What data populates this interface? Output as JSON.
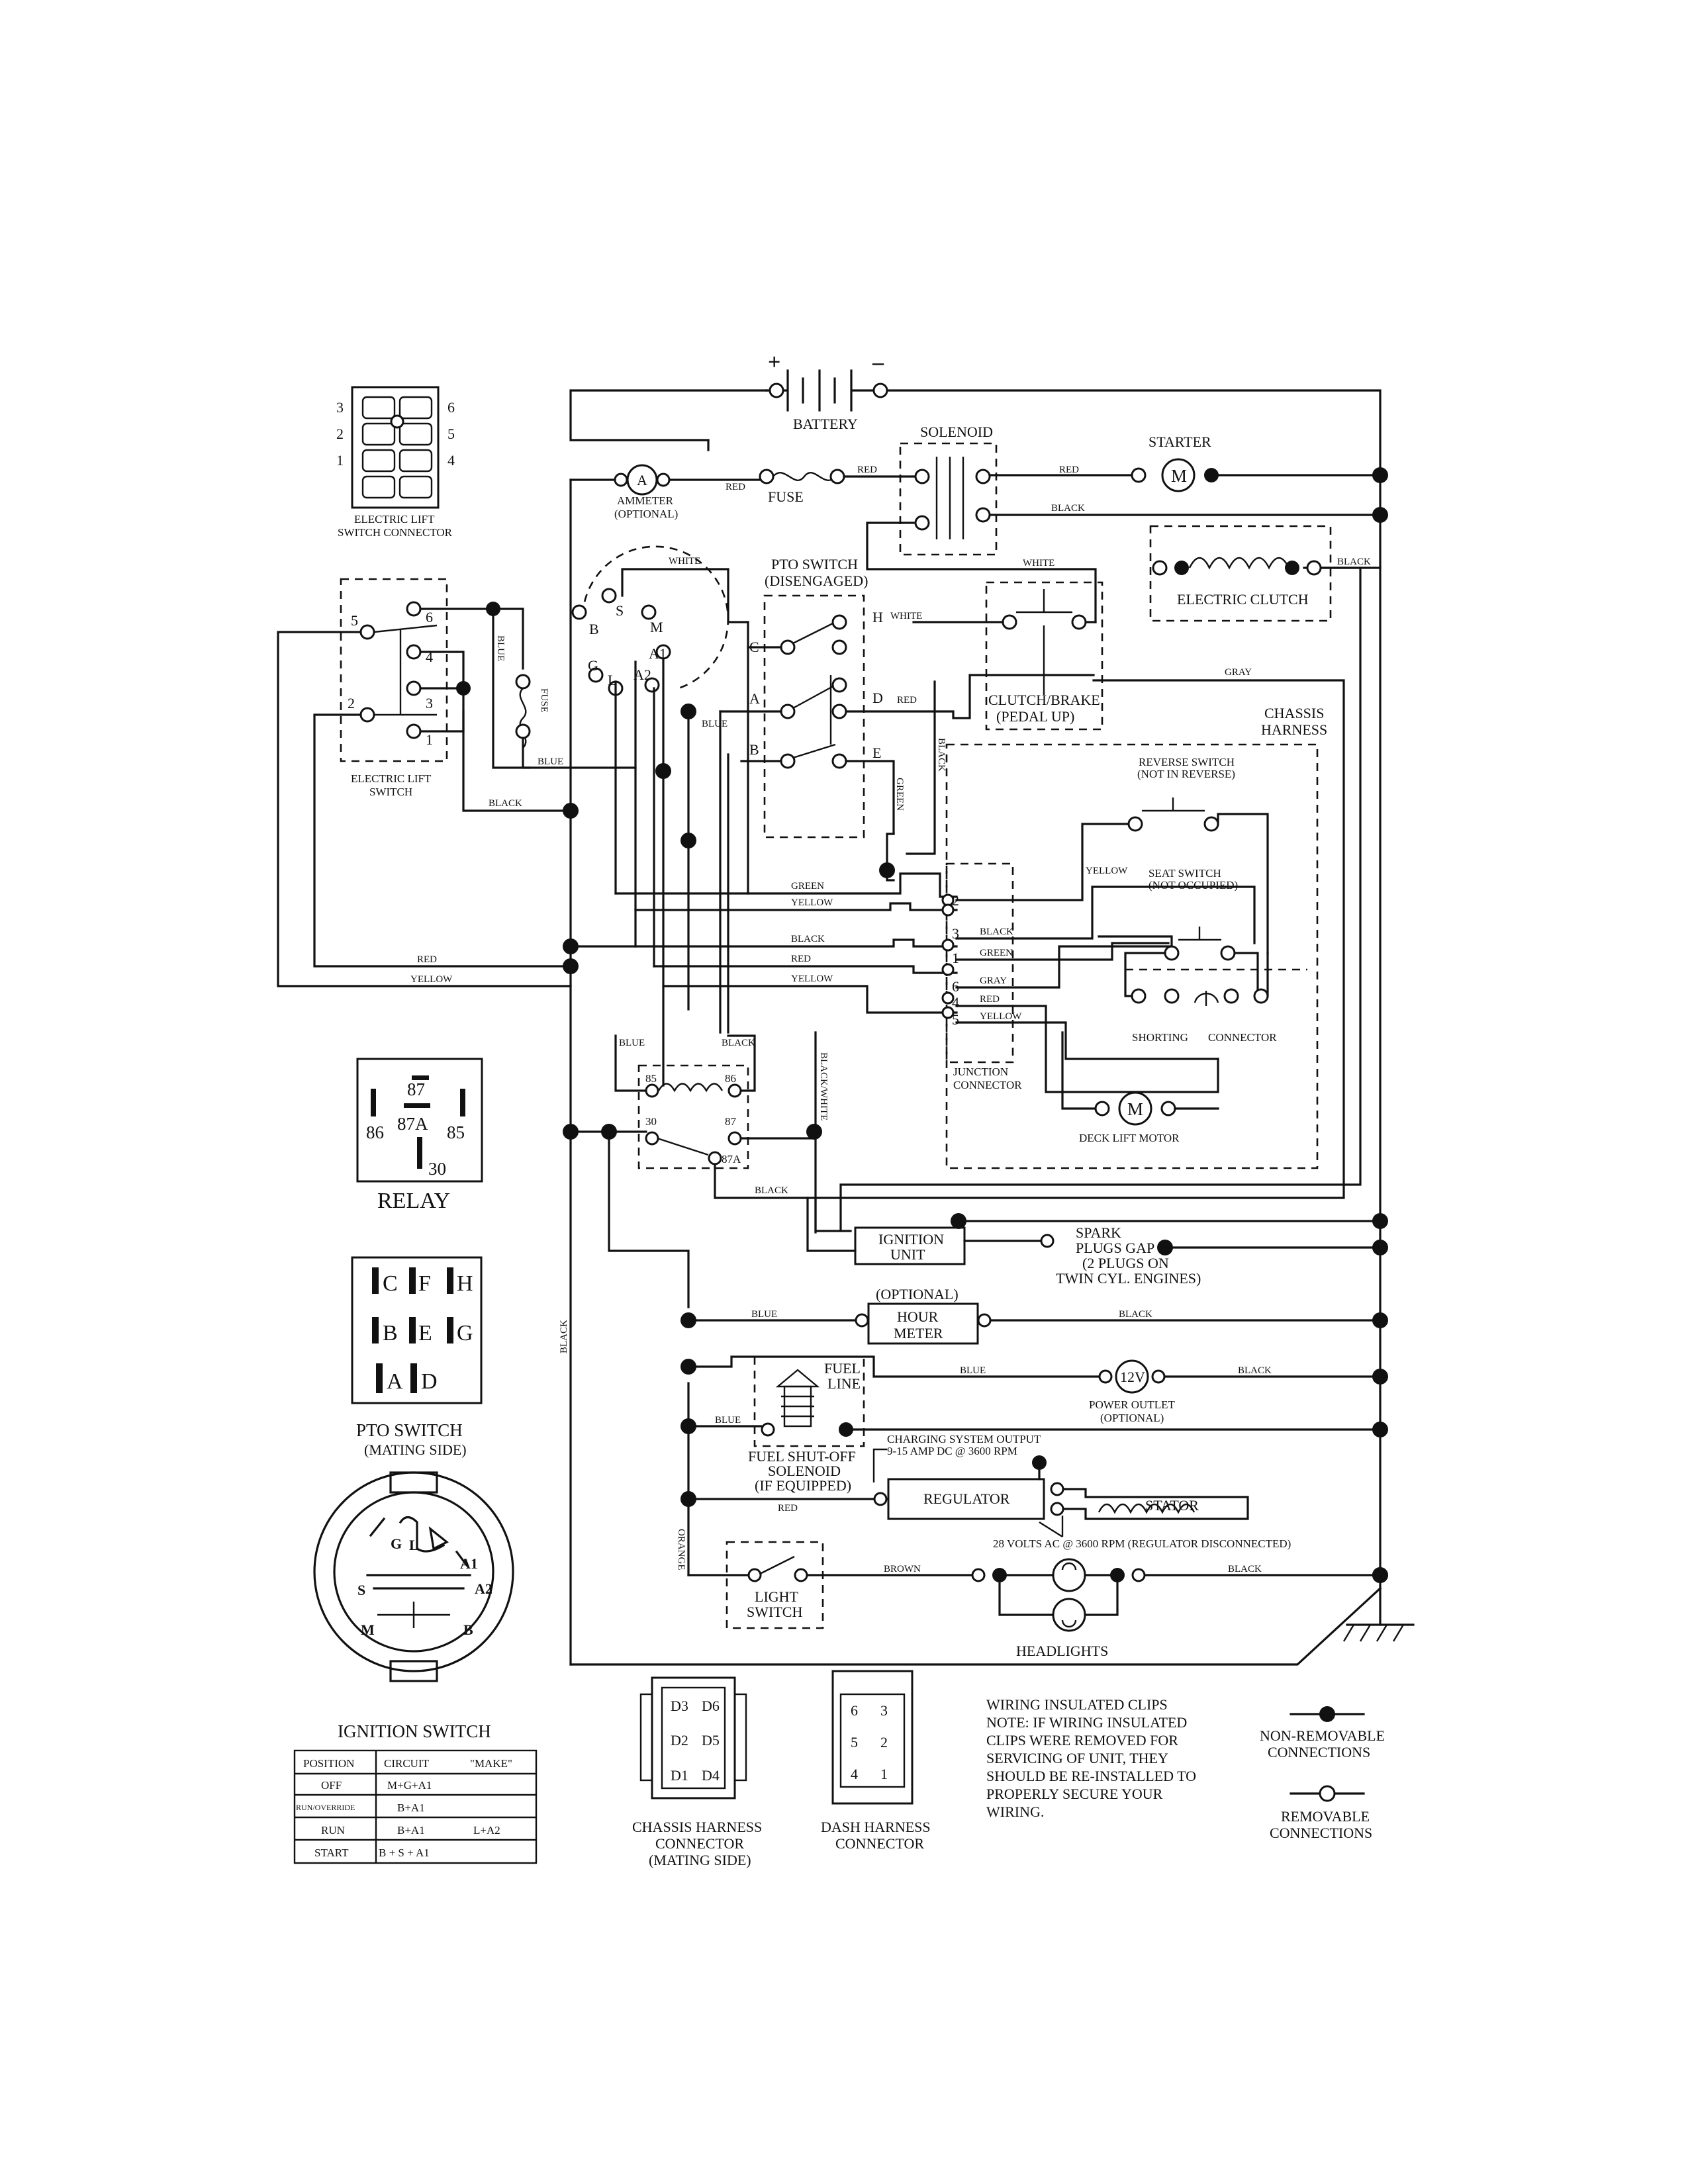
{
  "components": {
    "battery": "BATTERY",
    "battery_plus": "+",
    "battery_minus": "–",
    "solenoid": "SOLENOID",
    "starter": "STARTER",
    "starter_m": "M",
    "ammeter_a": "A",
    "ammeter": "AMMETER",
    "ammeter_optional": "(OPTIONAL)",
    "fuse": "FUSE",
    "fuse_vertical": "FUSE",
    "pto_switch": "PTO SWITCH",
    "pto_disengaged": "(DISENGAGED)",
    "electric_clutch": "ELECTRIC CLUTCH",
    "clutch_brake": "CLUTCH/BRAKE",
    "pedal_up": "(PEDAL UP)",
    "chassis_harness": "CHASSIS",
    "chassis_harness_2": "HARNESS",
    "reverse_switch": "REVERSE SWITCH",
    "not_in_reverse": "(NOT IN REVERSE)",
    "seat_switch": "SEAT SWITCH",
    "not_occupied": "(NOT OCCUPIED)",
    "shorting": "SHORTING",
    "connector": "CONNECTOR",
    "junction": "JUNCTION",
    "junction_connector": "CONNECTOR",
    "deck_lift_motor": "DECK LIFT MOTOR",
    "deck_m": "M",
    "electric_lift_switch": "ELECTRIC LIFT",
    "electric_lift_switch_2": "SWITCH",
    "elec_lift_connector": "ELECTRIC LIFT",
    "elec_lift_connector_2": "SWITCH CONNECTOR",
    "ignition_unit": "IGNITION",
    "ignition_unit_2": "UNIT",
    "spark_plugs": "SPARK",
    "spark_plugs_2": "PLUGS GAP",
    "spark_plugs_3": "(2 PLUGS ON",
    "spark_plugs_4": "TWIN CYL. ENGINES)",
    "hour_meter_opt": "(OPTIONAL)",
    "hour_meter": "HOUR",
    "hour_meter_2": "METER",
    "power_12v": "12V",
    "power_outlet": "POWER OUTLET",
    "power_outlet_opt": "(OPTIONAL)",
    "fuel_line": "FUEL",
    "fuel_line_2": "LINE",
    "fuel_shutoff": "FUEL SHUT-OFF",
    "fuel_shutoff_2": "SOLENOID",
    "fuel_shutoff_3": "(IF EQUIPPED)",
    "charging_output": "CHARGING SYSTEM OUTPUT",
    "charging_output_2": "9-15 AMP DC @ 3600 RPM",
    "regulator": "REGULATOR",
    "stator": "STATOR",
    "volts_ac": "28 VOLTS AC @ 3600 RPM (REGULATOR DISCONNECTED)",
    "light_switch": "LIGHT",
    "light_switch_2": "SWITCH",
    "headlights": "HEADLIGHTS"
  },
  "terminals": {
    "ign": [
      "S",
      "M",
      "B",
      "A1",
      "G",
      "L",
      "A2"
    ],
    "pto": [
      "C",
      "H",
      "A",
      "D",
      "B",
      "E"
    ],
    "lift": [
      "5",
      "6",
      "4",
      "3",
      "2",
      "1"
    ],
    "junction": [
      "2",
      "3",
      "1",
      "6",
      "4",
      "5"
    ],
    "relay_t": [
      "85",
      "86",
      "30",
      "87",
      "87A"
    ],
    "conn_left": [
      "3",
      "2",
      "1"
    ],
    "conn_right": [
      "6",
      "5",
      "4"
    ]
  },
  "wires": {
    "red": "RED",
    "black": "BLACK",
    "white": "WHITE",
    "blue": "BLUE",
    "gray": "GRAY",
    "green": "GREEN",
    "yellow": "YELLOW",
    "brown": "BROWN",
    "orange": "ORANGE",
    "black_white": "BLACK/WHITE"
  },
  "relay": {
    "title": "RELAY",
    "pins": [
      "87",
      "87A",
      "86",
      "85",
      "30"
    ]
  },
  "pto_mating": {
    "title": "PTO SWITCH",
    "subtitle": "(MATING SIDE)",
    "letters": [
      "C",
      "F",
      "H",
      "B",
      "E",
      "G",
      "A",
      "D"
    ]
  },
  "ignition_switch": {
    "title": "IGNITION SWITCH",
    "letters": [
      "G",
      "L",
      "A1",
      "A2",
      "S",
      "M",
      "B"
    ],
    "table": {
      "headers": [
        "POSITION",
        "CIRCUIT",
        "\"MAKE\""
      ],
      "rows": [
        [
          "OFF",
          "M+G+A1",
          ""
        ],
        [
          "RUN/OVERRIDE",
          "B+A1",
          ""
        ],
        [
          "RUN",
          "B+A1",
          "L+A2"
        ],
        [
          "START",
          "B + S + A1",
          ""
        ]
      ]
    }
  },
  "chassis_connector": {
    "title": "CHASSIS HARNESS",
    "title_2": "CONNECTOR",
    "title_3": "(MATING SIDE)",
    "pins": [
      "D3",
      "D6",
      "D2",
      "D5",
      "D1",
      "D4"
    ]
  },
  "dash_connector": {
    "title": "DASH HARNESS",
    "title_2": "CONNECTOR",
    "pins": [
      "6",
      "3",
      "5",
      "2",
      "4",
      "1"
    ]
  },
  "notes": {
    "line1": "WIRING INSULATED CLIPS",
    "line2": "NOTE:  IF WIRING INSULATED",
    "line3": "CLIPS WERE REMOVED FOR",
    "line4": "SERVICING OF UNIT, THEY",
    "line5": "SHOULD BE RE-INSTALLED TO",
    "line6": "PROPERLY SECURE YOUR",
    "line7": "WIRING."
  },
  "legend": {
    "non_removable": "NON-REMOVABLE",
    "non_removable_2": "CONNECTIONS",
    "removable": "REMOVABLE",
    "removable_2": "CONNECTIONS"
  }
}
